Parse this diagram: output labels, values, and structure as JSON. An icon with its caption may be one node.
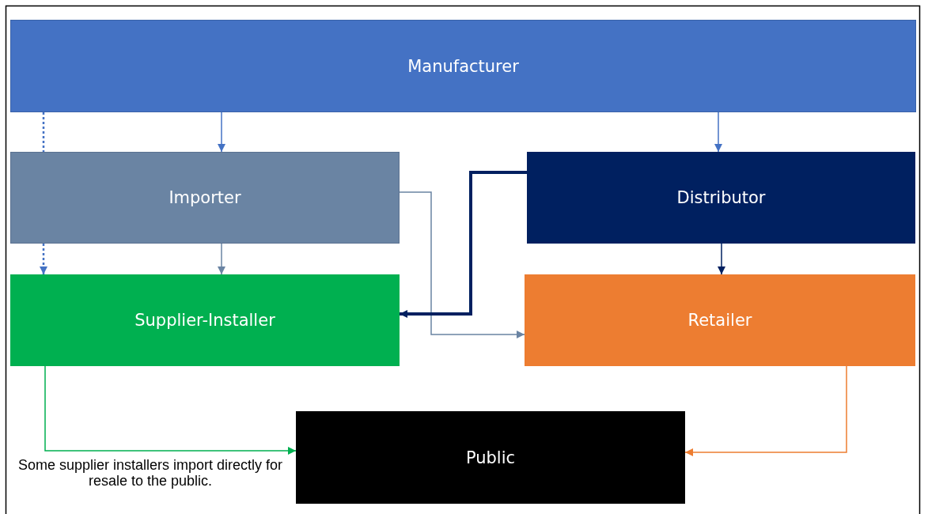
{
  "diagram": {
    "nodes": [
      {
        "text": [
          "Manufacturer"
        ]
      },
      {
        "text": [
          "Importer"
        ]
      },
      {
        "text": [
          "Distributor"
        ]
      },
      {
        "text": [
          "Supplier-Installer"
        ]
      },
      {
        "text": [
          "Retailer"
        ]
      },
      {
        "text": [
          "Public"
        ]
      }
    ],
    "edges": [
      {
        "from": 0,
        "to": 1,
        "arrow": "none",
        "style": "dashed"
      },
      {
        "from": 1,
        "to": 3,
        "arrow": "to",
        "style": "dashed"
      },
      {
        "from": 0,
        "to": 1,
        "arrow": "to"
      },
      {
        "from": 0,
        "to": 2,
        "arrow": "to"
      },
      {
        "from": 1,
        "to": 3,
        "arrow": "to",
        "color": "#6a84a3"
      },
      {
        "from": 2,
        "to": 4,
        "arrow": "to",
        "color": "#002060"
      },
      {
        "from": 1,
        "to": 4,
        "arrow": "to",
        "color": "#6a84a3"
      },
      {
        "from": 2,
        "to": 3,
        "arrow": "to",
        "color": "#002060",
        "style": "thick"
      },
      {
        "from": 3,
        "to": 5,
        "arrow": "to",
        "color": "#00b050"
      },
      {
        "from": 4,
        "to": 5,
        "arrow": "to",
        "color": "#ed7d31"
      }
    ],
    "labels": [
      "Some supplier installers import directly for resale to the public."
    ]
  }
}
